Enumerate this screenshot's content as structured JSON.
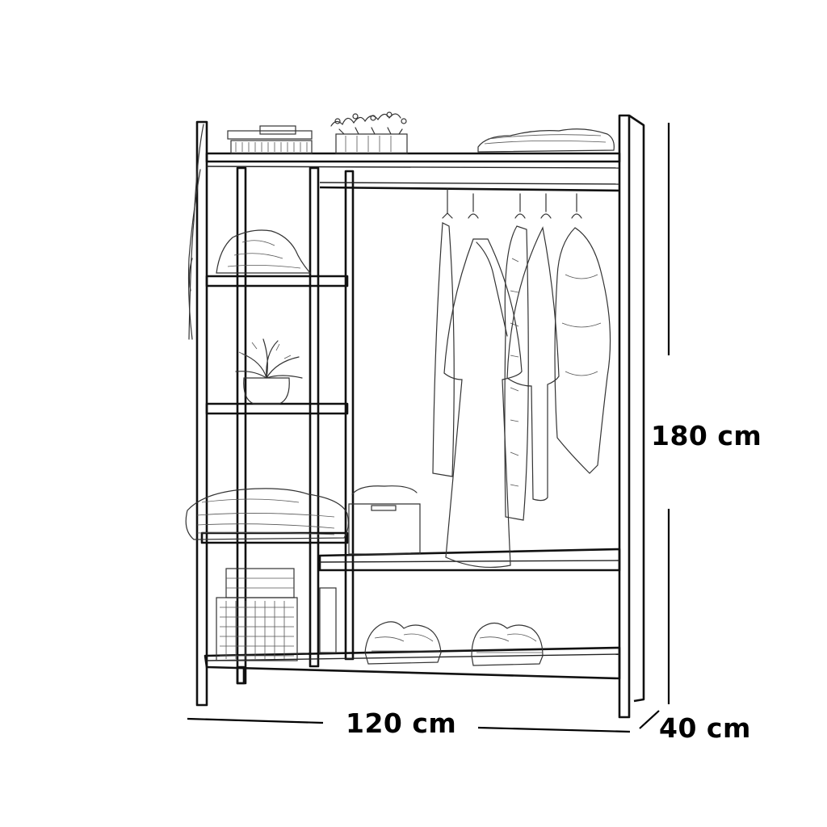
{
  "diagram": {
    "subject": "clothes rack with shelves",
    "style": "line-sketch",
    "colors": {
      "ink": "#000000",
      "background": "#ffffff"
    },
    "dimensions": {
      "height": {
        "value": 180,
        "unit": "cm",
        "label": "180 cm"
      },
      "width": {
        "value": 120,
        "unit": "cm",
        "label": "120 cm"
      },
      "depth": {
        "value": 40,
        "unit": "cm",
        "label": "40 cm"
      }
    },
    "components": [
      {
        "name": "top-shelf",
        "items": [
          "books",
          "potted-flowers",
          "folded-clothes"
        ]
      },
      {
        "name": "left-shelf-1",
        "items": [
          "hat"
        ]
      },
      {
        "name": "left-shelf-2",
        "items": [
          "potted-plant"
        ]
      },
      {
        "name": "left-shelf-3",
        "items": [
          "folded-sweater"
        ]
      },
      {
        "name": "left-shelf-bottom",
        "items": [
          "wicker-basket",
          "books"
        ]
      },
      {
        "name": "hanging-rail",
        "items": [
          "5 hangers with garments"
        ]
      },
      {
        "name": "middle-shelf",
        "items": [
          "handbag"
        ]
      },
      {
        "name": "bottom-shelf",
        "items": [
          "2 pairs of sneakers"
        ]
      },
      {
        "name": "side-hook",
        "items": [
          "bag strap"
        ]
      }
    ]
  }
}
